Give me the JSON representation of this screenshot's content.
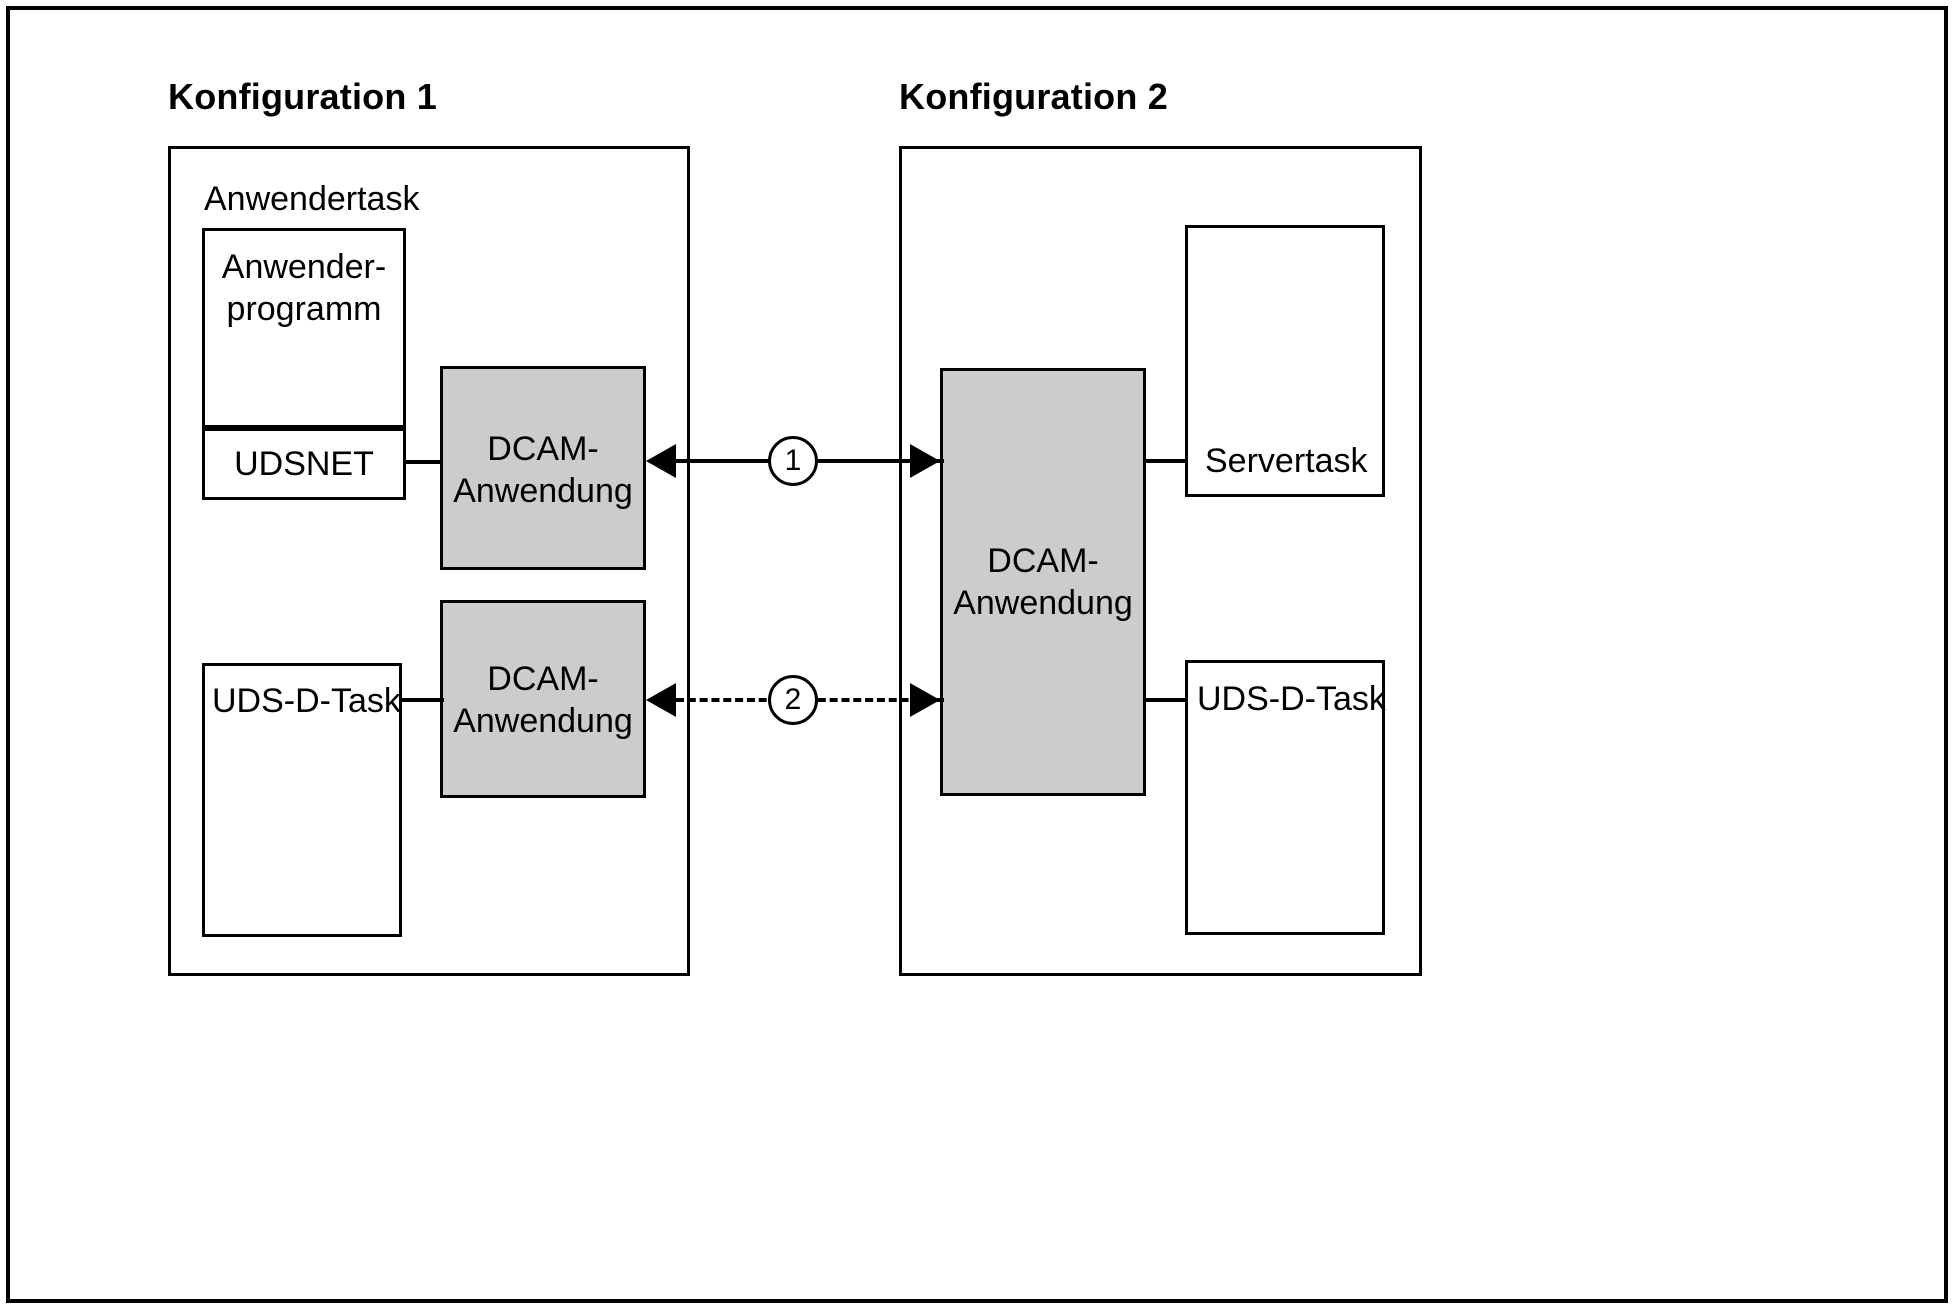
{
  "diagram": {
    "title_left": "Konfiguration 1",
    "title_right": "Konfiguration 2",
    "configuration1": {
      "task_label": "Anwendertask",
      "user_program": "Anwender-\nprogramm",
      "udsnet": "UDSNET",
      "dcam_upper": "DCAM-\nAnwendung",
      "dcam_lower": "DCAM-\nAnwendung",
      "uds_d_task": "UDS-D-Task"
    },
    "configuration2": {
      "dcam": "DCAM-\nAnwendung",
      "servertask": "Servertask",
      "uds_d_task": "UDS-D-Task"
    },
    "connections": {
      "link1_marker": "1",
      "link2_marker": "2"
    },
    "colors": {
      "outline": "#000000",
      "fill_gray": "#cccccc",
      "background": "#ffffff"
    }
  }
}
